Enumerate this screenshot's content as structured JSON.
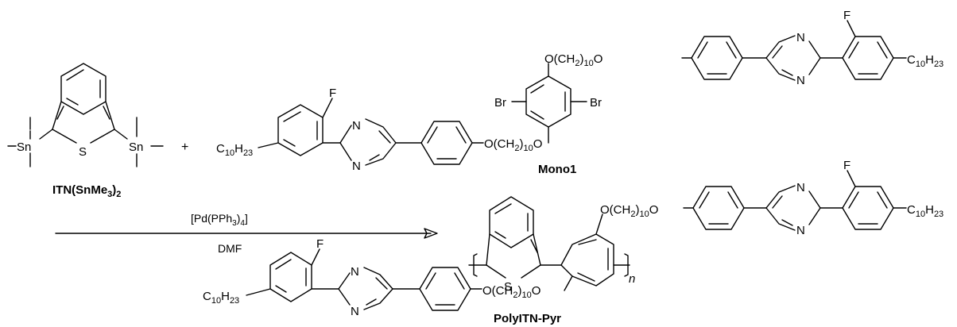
{
  "reactant_stannane": {
    "atom_sn": "Sn",
    "atom_s": "S",
    "label_main": "ITN(SnMe",
    "label_sub": "3",
    "label_close": ")",
    "label_sub2": "2"
  },
  "plus_sign": "+",
  "monomer": {
    "label": "Mono1",
    "halogen": "Br",
    "fluoro": "F",
    "nitrogen": "N",
    "chain_main": "C",
    "chain_sub1": "10",
    "chain_h": "H",
    "chain_sub2": "23",
    "linker_pre": "O(CH",
    "linker_sub1": "2",
    "linker_mid": ")",
    "linker_sub2": "10",
    "linker_post": "O"
  },
  "reaction": {
    "catalyst_pre": "[Pd(PPh",
    "catalyst_sub": "3",
    "catalyst_post": ")",
    "catalyst_sub2": "4",
    "catalyst_close": "]",
    "solvent": "DMF"
  },
  "product": {
    "label": "PolyITN-Pyr",
    "repeat_n": "n",
    "atom_s": "S"
  }
}
